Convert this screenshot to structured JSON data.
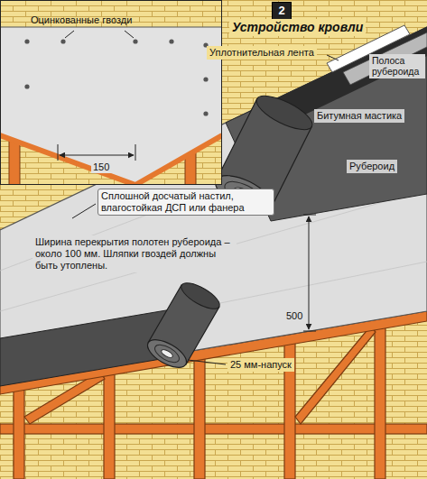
{
  "diagram": {
    "title": "Устройство кровли",
    "nodes": [
      {
        "text": [
          "Оцинкованные гвозди",
          "150"
        ]
      },
      {
        "text": [
          "2"
        ]
      }
    ],
    "labels": [
      "Уплотнительная лента",
      "Полоса рубероида",
      "Битумная мастика",
      "Рубероид",
      "Сплошной досчатый настил, влагостойкая ДСП или фанера",
      "Ширина перекрытия полотен рубероида – около 100 мм. Шляпки гвоздей должны быть утоплены.",
      "500",
      "25 мм-напуск"
    ]
  }
}
